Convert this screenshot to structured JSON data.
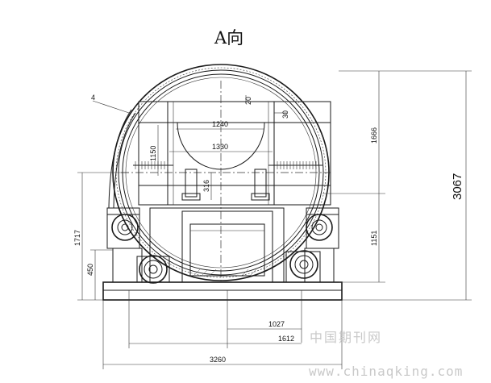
{
  "title": "A向",
  "part_label": "4",
  "dimensions": {
    "d20": "20",
    "d30": "30",
    "d1240": "1240",
    "d1330": "1330",
    "d1150": "1150",
    "d316": "316",
    "d1666": "1666",
    "d3067": "3067",
    "d1151": "1151",
    "d1717": "1717",
    "d450": "450",
    "d1027": "1027",
    "d1612": "1612",
    "d3260": "3260"
  },
  "watermark": {
    "line1": "中国期刊网",
    "line2": "www.chinaqking.com"
  }
}
